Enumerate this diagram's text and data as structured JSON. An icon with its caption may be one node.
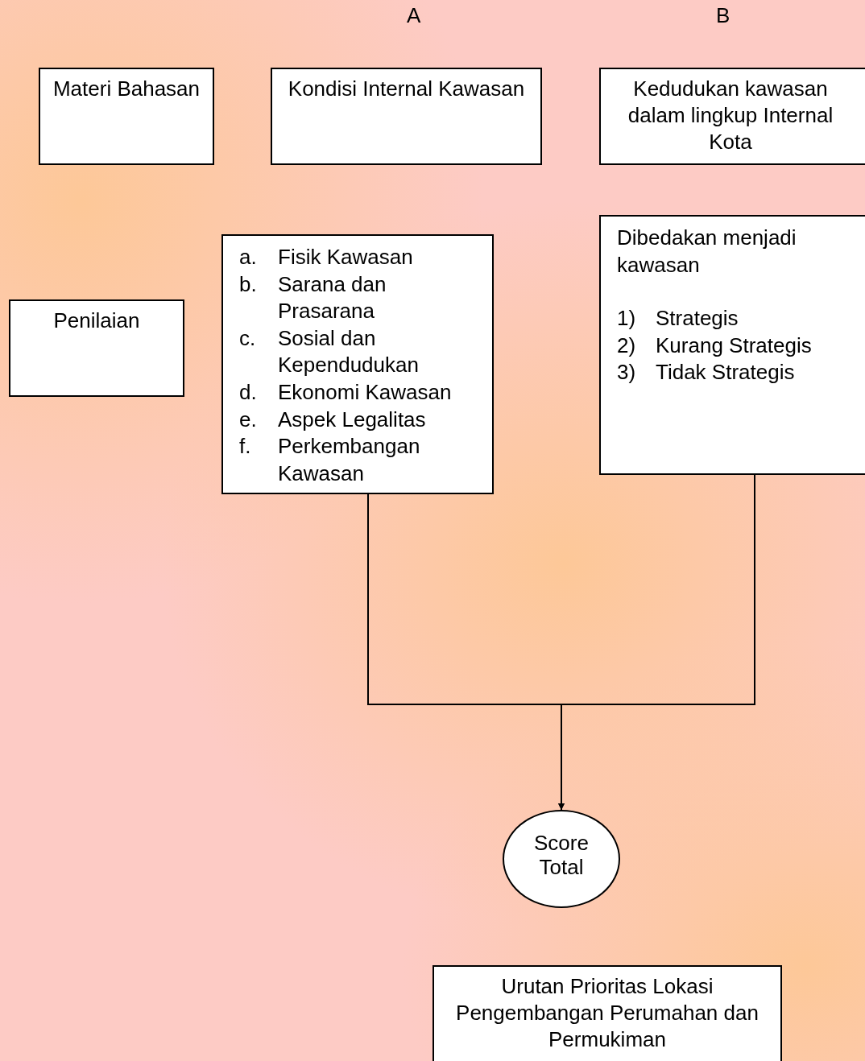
{
  "diagram": {
    "nodes": [
      {
        "text": [
          "Materi Bahasan"
        ]
      },
      {
        "text": [
          "Kondisi Internal Kawasan"
        ]
      },
      {
        "text": [
          "Kedudukan kawasan dalam lingkup Internal Kota"
        ]
      },
      {
        "text": [
          "Penilaian"
        ]
      },
      {
        "text": [
          "a. Fisik Kawasan",
          "b. Sarana dan Prasarana",
          "c. Sosial dan Kependudukan",
          "d. Ekonomi Kawasan",
          "e. Aspek Legalitas",
          "f. Perkembangan Kawasan"
        ]
      },
      {
        "text": [
          "Dibedakan menjadi kawasan",
          "1) Strategis",
          "2) Kurang Strategis",
          "3) Tidak Strategis"
        ]
      },
      {
        "text": [
          "Score Total"
        ]
      },
      {
        "text": [
          "Urutan Prioritas Lokasi Pengembangan Perumahan dan Permukiman"
        ]
      }
    ],
    "edges": [
      {
        "from": 4,
        "to": 6,
        "arrow": "to"
      },
      {
        "from": 5,
        "to": 6,
        "arrow": "to"
      }
    ],
    "labels": [
      "A",
      "B"
    ]
  }
}
